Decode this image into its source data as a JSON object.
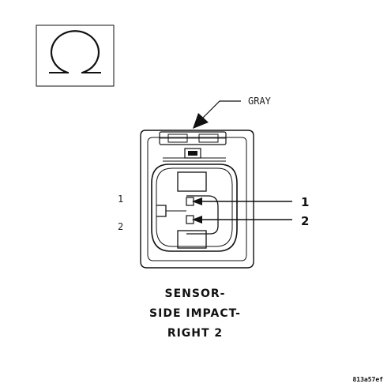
{
  "symbol": {
    "name": "ohm-symbol"
  },
  "connector": {
    "color_label": "GRAY",
    "cavity_labels_left": [
      "1",
      "2"
    ],
    "pin_callouts_right": [
      "1",
      "2"
    ]
  },
  "caption": {
    "lines": [
      "SENSOR-",
      "SIDE IMPACT-",
      "RIGHT 2"
    ]
  },
  "reference_code": "813a57ef",
  "colors": {
    "line": "#111111",
    "background": "#ffffff"
  }
}
